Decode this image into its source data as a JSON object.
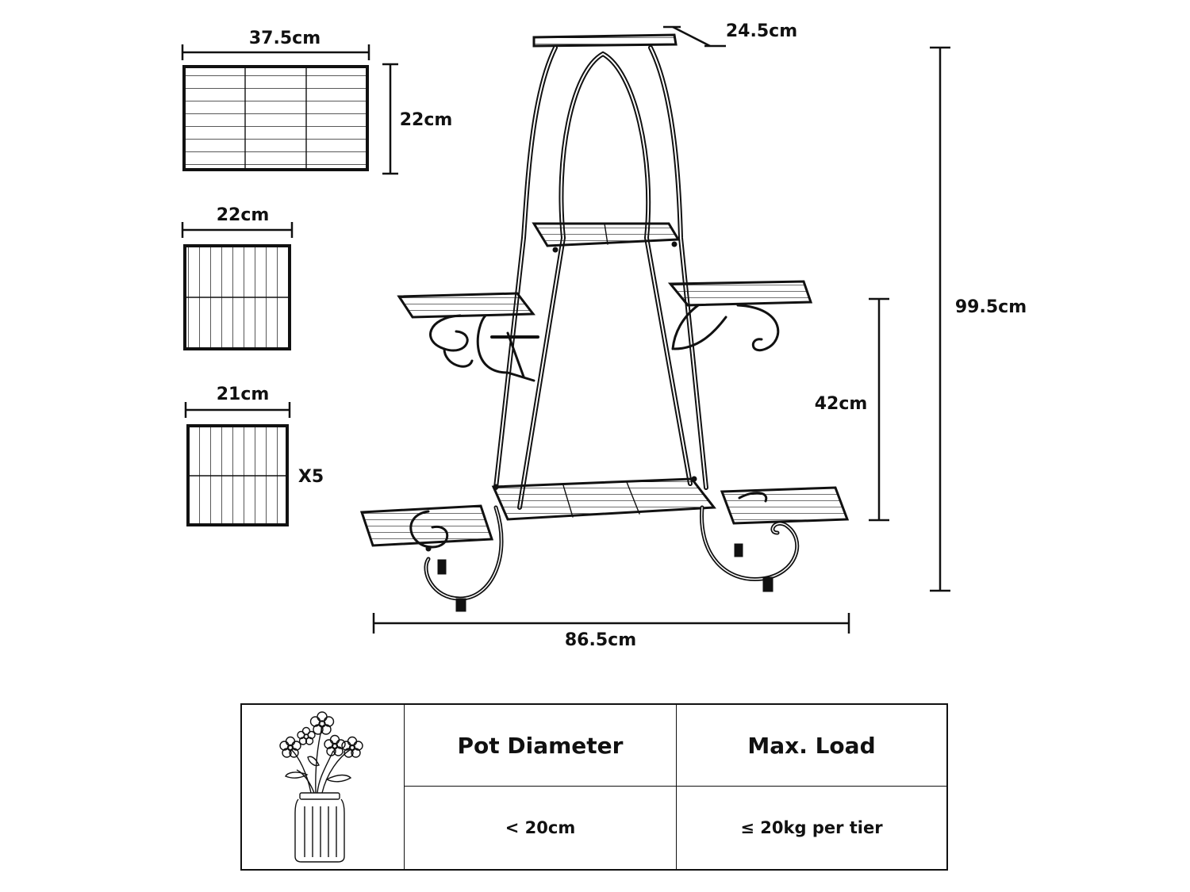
{
  "dimensions": {
    "top_panel_width": "37.5cm",
    "top_panel_depth": "22cm",
    "middle_panel_width": "22cm",
    "small_panel_width": "21cm",
    "small_panel_count": "X5",
    "top_shelf_depth": "24.5cm",
    "total_height": "99.5cm",
    "tier_spacing": "42cm",
    "total_width": "86.5cm"
  },
  "spec_table": {
    "icon": "vase-with-flowers-icon",
    "headers": [
      "Pot Diameter",
      "Max. Load"
    ],
    "values": [
      "< 20cm",
      "≤ 20kg per tier"
    ]
  }
}
